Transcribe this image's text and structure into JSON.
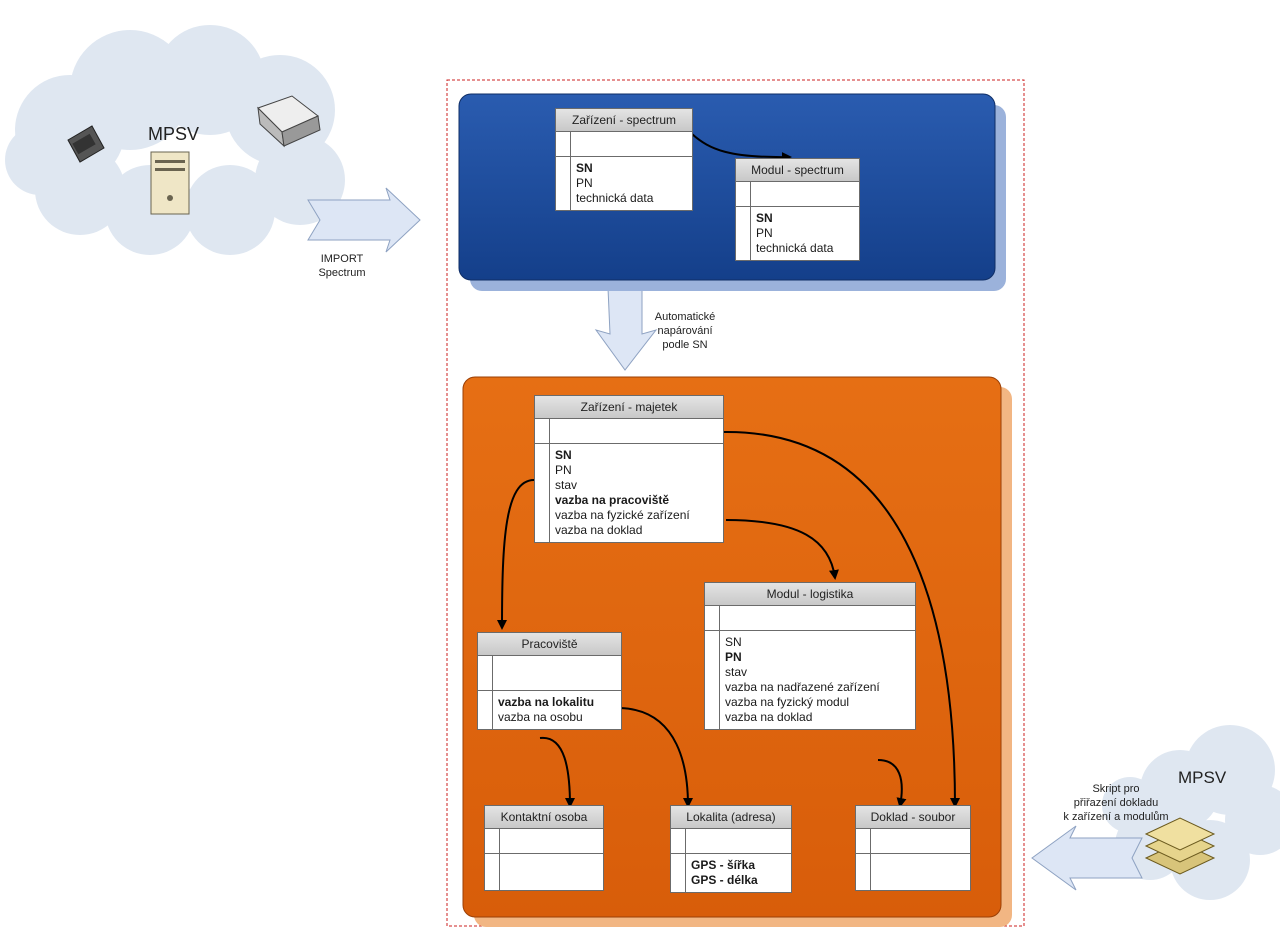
{
  "top_left": {
    "label": "MPSV",
    "import_label_1": "IMPORT",
    "import_label_2": "Spectrum"
  },
  "bottom_right": {
    "label": "MPSV",
    "script_1": "Skript pro",
    "script_2": "přiřazení dokladu",
    "script_3": "k zařízení a modulům"
  },
  "middle": {
    "line1": "Automatické",
    "line2": "napárování",
    "line3": "podle SN"
  },
  "tables": {
    "zarizeni_spectrum": {
      "title": "Zařízení - spectrum",
      "f1": "SN",
      "f2": "PN",
      "f3": "technická data"
    },
    "modul_spectrum": {
      "title": "Modul - spectrum",
      "f1": "SN",
      "f2": "PN",
      "f3": "technická data"
    },
    "zarizeni_majetek": {
      "title": "Zařízení - majetek",
      "f1": "SN",
      "f2": "PN",
      "f3": "stav",
      "f4": "vazba na pracoviště",
      "f5": "vazba na fyzické zařízení",
      "f6": "vazba na doklad"
    },
    "modul_logistika": {
      "title": "Modul - logistika",
      "f1": "SN",
      "f2": "PN",
      "f3": "stav",
      "f4": "vazba na nadřazené zařízení",
      "f5": "vazba na fyzický modul",
      "f6": "vazba na doklad"
    },
    "pracoviste": {
      "title": "Pracoviště",
      "f1": "vazba na lokalitu",
      "f2": "vazba na osobu"
    },
    "kontaktni_osoba": {
      "title": "Kontaktní osoba"
    },
    "lokalita": {
      "title": "Lokalita (adresa)",
      "f1": "GPS - šířka",
      "f2": "GPS - délka"
    },
    "doklad": {
      "title": "Doklad - soubor"
    }
  },
  "colors": {
    "blue_panel": "#1f4e9e",
    "orange_panel": "#e0650f",
    "border_dashed": "#cc2222",
    "arrow_fill": "#dde6f5"
  }
}
